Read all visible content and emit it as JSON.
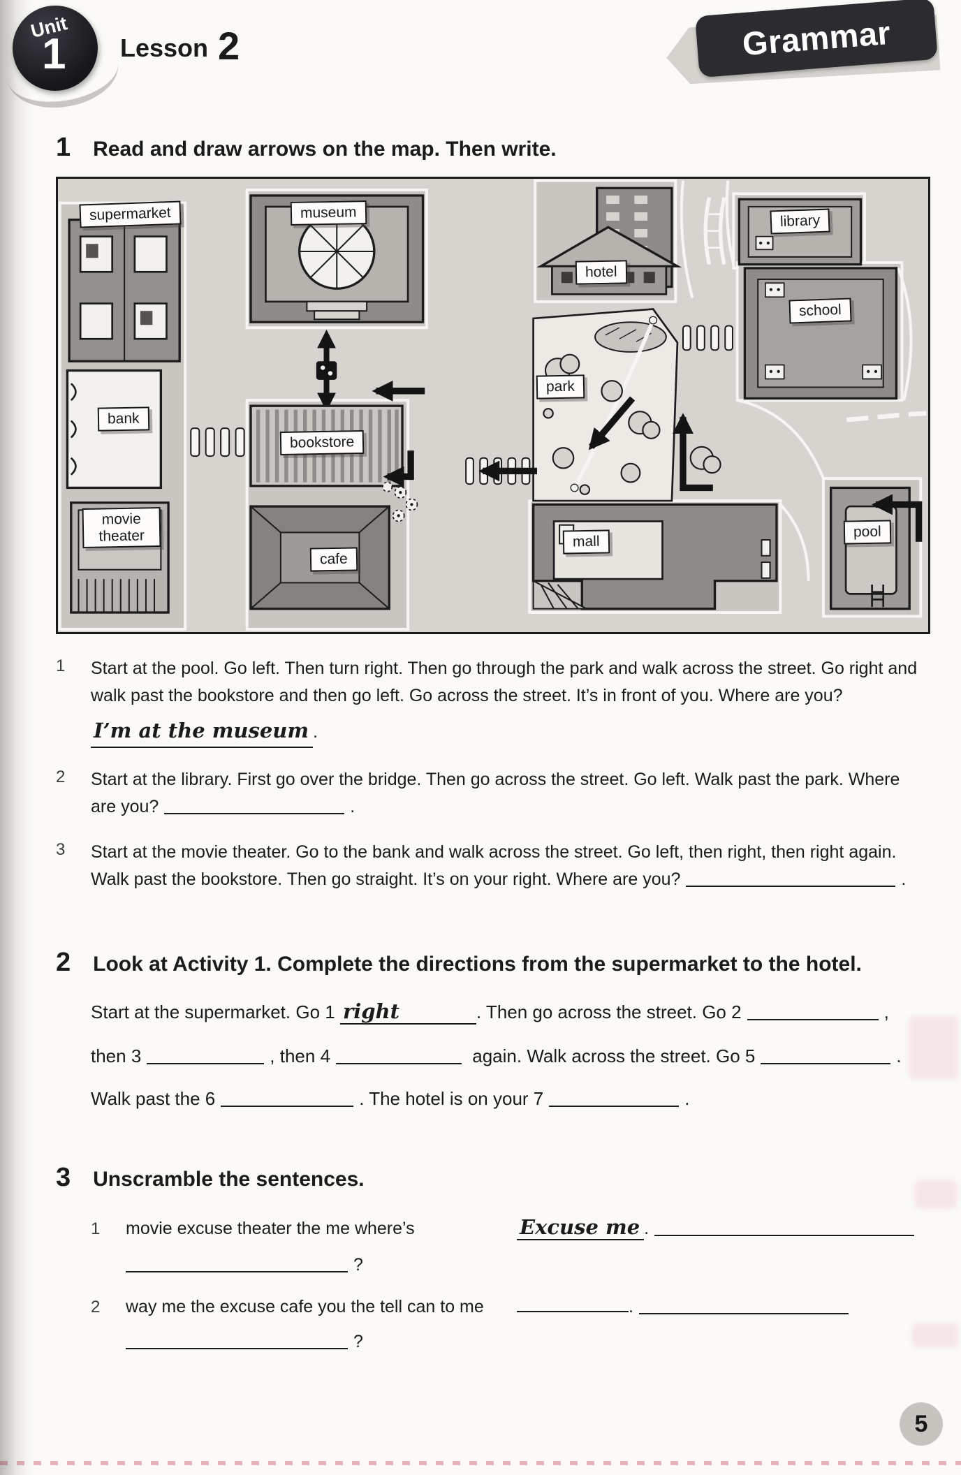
{
  "header": {
    "unit_label": "Unit",
    "unit_number": "1",
    "lesson_label": "Lesson",
    "lesson_number": "2",
    "grammar_badge": "Grammar"
  },
  "footer": {
    "page_number": "5"
  },
  "map": {
    "labels": {
      "supermarket": "supermarket",
      "museum": "museum",
      "hotel": "hotel",
      "library": "library",
      "school": "school",
      "park": "park",
      "bank": "bank",
      "bookstore": "bookstore",
      "movie_theater": "movie theater",
      "cafe": "cafe",
      "mall": "mall",
      "pool": "pool"
    }
  },
  "activity1": {
    "number": "1",
    "title": "Read and draw arrows on the map. Then write.",
    "questions": [
      {
        "num": "1",
        "text": "Start at the pool. Go left. Then turn right. Then go through the park and walk across the street. Go right and walk past the bookstore and then go left. Go across the street. It’s in front of you. Where are you?",
        "answer": "I’m at the museum",
        "period": "."
      },
      {
        "num": "2",
        "text": "Start at the library. First go over the bridge. Then go across the street. Go left. Walk past the park. Where are you?",
        "period": "."
      },
      {
        "num": "3",
        "text": "Start at the movie theater. Go to the bank and walk across the street. Go left, then right, then right again. Walk past the bookstore. Then go straight. It’s on your right. Where are you?",
        "period": "."
      }
    ]
  },
  "activity2": {
    "number": "2",
    "title": "Look at Activity 1. Complete the directions from the supermarket to the hotel.",
    "seg1": "Start at the supermarket. Go 1",
    "answer1": "right",
    "seg2": ". Then go across the street. Go 2",
    "seg3": ",",
    "seg4": "then 3",
    "seg5": ", then 4",
    "seg6": "again. Walk across the street. Go 5",
    "seg7": ".",
    "seg8": "Walk past the 6",
    "seg9": ". The hotel is on your 7",
    "seg10": "."
  },
  "activity3": {
    "number": "3",
    "title": "Unscramble the sentences.",
    "items": [
      {
        "num": "1",
        "scrambled": "movie excuse theater the me where’s",
        "answer": "Excuse me",
        "period": ".",
        "qmark": "?"
      },
      {
        "num": "2",
        "scrambled": "way me the excuse cafe you the tell can to me",
        "answer": "",
        "period": ".",
        "qmark": "?"
      }
    ]
  }
}
